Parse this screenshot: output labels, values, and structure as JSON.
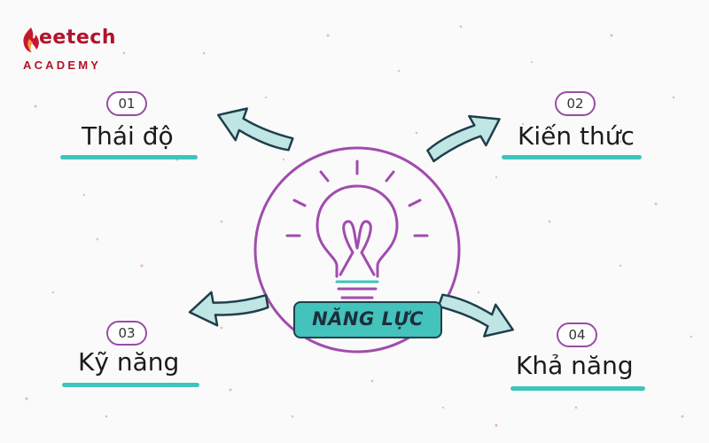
{
  "logo": {
    "brand_word": "eetech",
    "brand_sub": "ACADEMY",
    "color": "#b3122b"
  },
  "center": {
    "label": "NĂNG LỰC",
    "tag_color": "#44c2bc",
    "ring_color": "#a04cae"
  },
  "nodes": [
    {
      "number": "01",
      "label": "Thái độ"
    },
    {
      "number": "02",
      "label": "Kiến thức"
    },
    {
      "number": "03",
      "label": "Kỹ năng"
    },
    {
      "number": "04",
      "label": "Khả năng"
    }
  ],
  "colors": {
    "accent": "#3fc4bf",
    "pill_border": "#9a4ca6",
    "arrow_fill": "#bfe6e4",
    "arrow_stroke": "#1f3f4b"
  }
}
